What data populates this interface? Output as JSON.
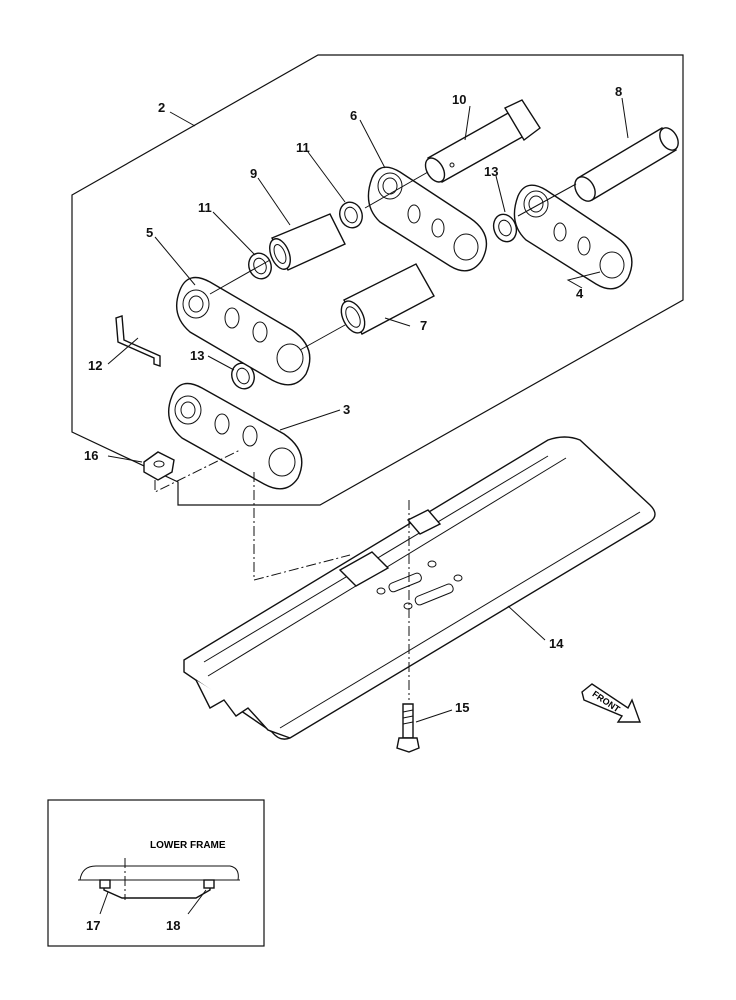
{
  "callouts": {
    "c2": "2",
    "c3": "3",
    "c4": "4",
    "c5": "5",
    "c6": "6",
    "c7": "7",
    "c8": "8",
    "c9": "9",
    "c10": "10",
    "c11a": "11",
    "c11b": "11",
    "c12": "12",
    "c13a": "13",
    "c13b": "13",
    "c14": "14",
    "c15": "15",
    "c16": "16",
    "c17": "17",
    "c18": "18"
  },
  "direction": {
    "label": "FRONT"
  },
  "inset": {
    "title": "LOWER FRAME"
  }
}
